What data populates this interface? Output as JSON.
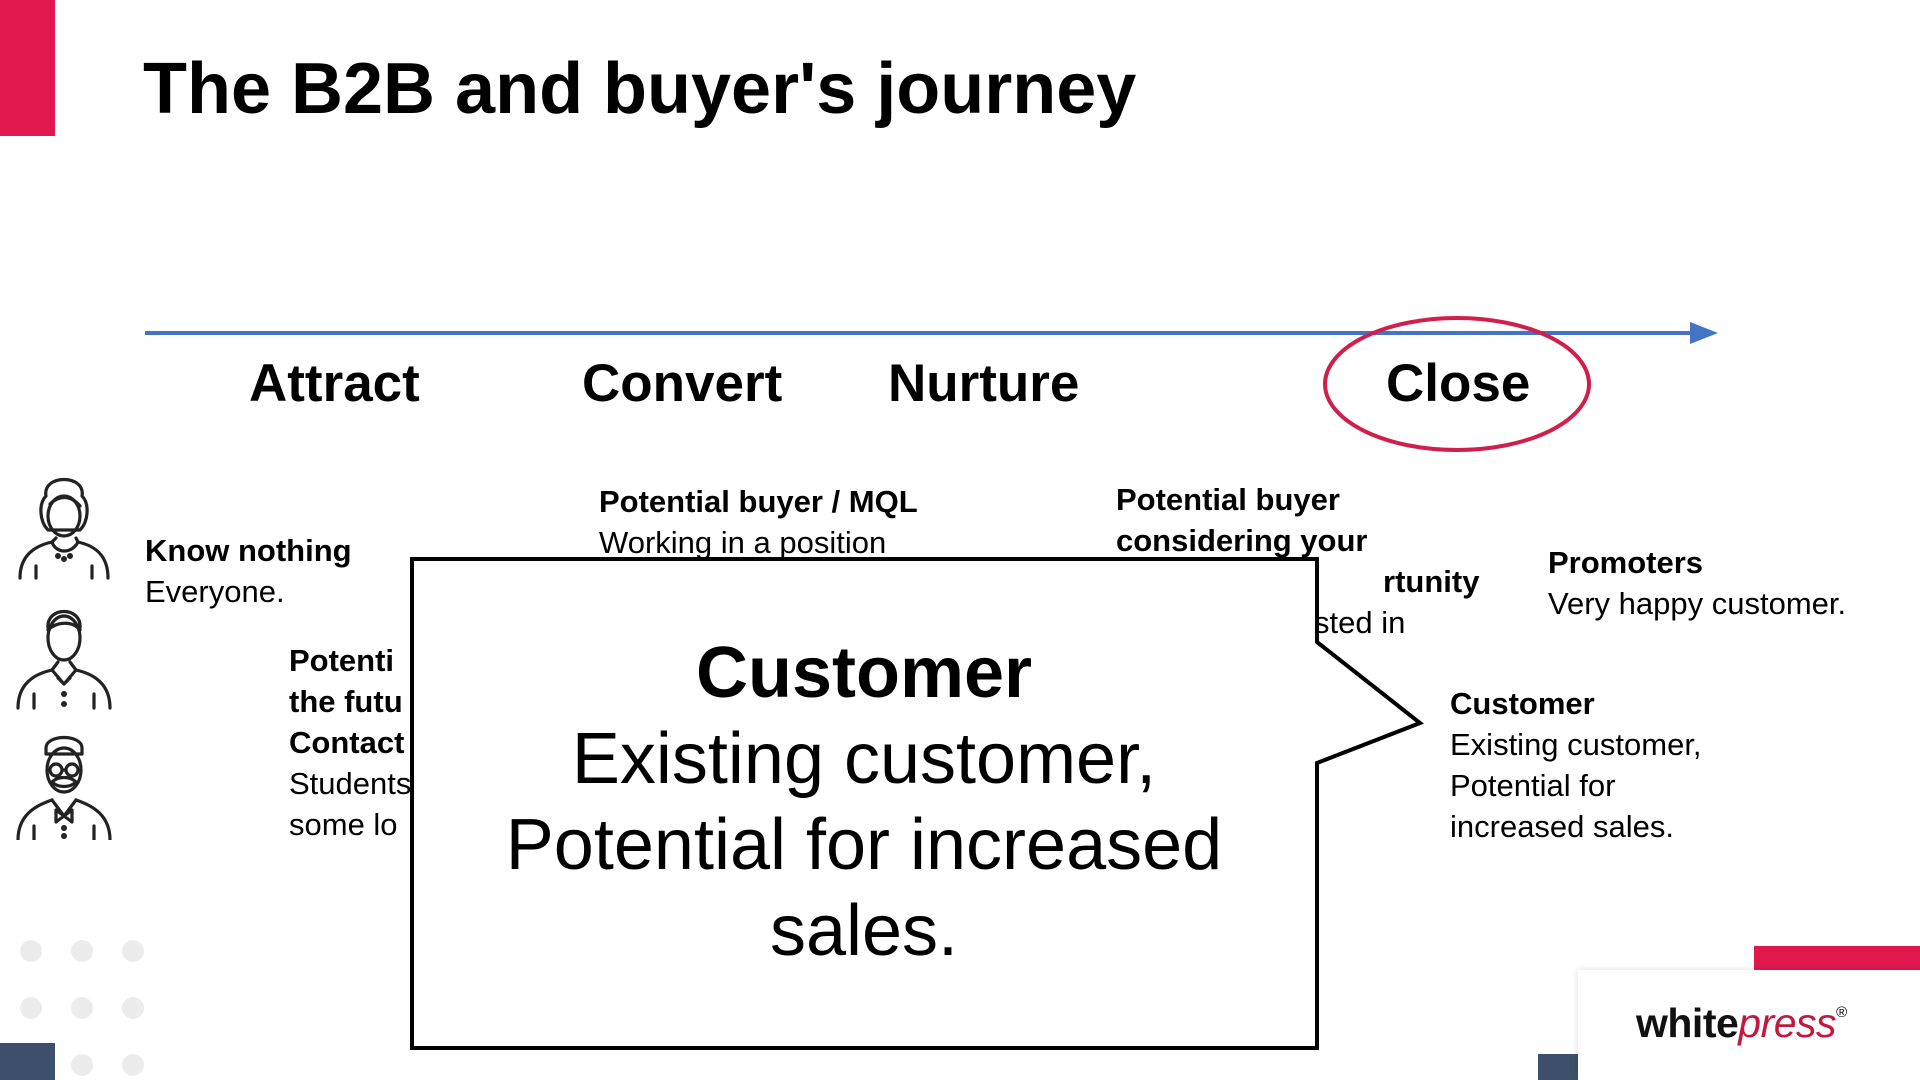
{
  "slide": {
    "title": "The B2B and buyer's journey"
  },
  "stages": [
    "Attract",
    "Convert",
    "Nurture",
    "Close"
  ],
  "segments": {
    "know_nothing": {
      "heading": "Know nothing",
      "lines": [
        "Everyone."
      ]
    },
    "potential_future": {
      "heading_lines": [
        "Potenti",
        "the futu",
        "Contact"
      ],
      "lines": [
        "Students",
        "some lo"
      ]
    },
    "potential_buyer_mql": {
      "heading": "Potential buyer / MQL",
      "lines": [
        "Working in a position"
      ]
    },
    "potential_buyer_considering": {
      "heading_lines": [
        "Potential buyer",
        "considering your",
        "rtunity"
      ],
      "lines": [
        "sted in"
      ]
    },
    "promoters": {
      "heading": "Promoters",
      "lines": [
        "Very happy customer."
      ]
    },
    "customer": {
      "heading": "Customer",
      "lines": [
        "Existing customer,",
        "Potential for",
        "increased sales."
      ]
    }
  },
  "callout": {
    "heading": "Customer",
    "lines": [
      "Existing customer,",
      "Potential for increased",
      "sales."
    ]
  },
  "icons": [
    "woman-avatar-icon",
    "man-avatar-icon",
    "glasses-man-avatar-icon"
  ],
  "logo": {
    "white": "white",
    "press": "press",
    "registered": "®"
  },
  "colors": {
    "accent_red": "#e0184d",
    "accent_navy": "#3d4f6b",
    "timeline_blue": "#4472c4",
    "highlight_circle": "#d01f4a",
    "logo_press": "#c4173e"
  }
}
